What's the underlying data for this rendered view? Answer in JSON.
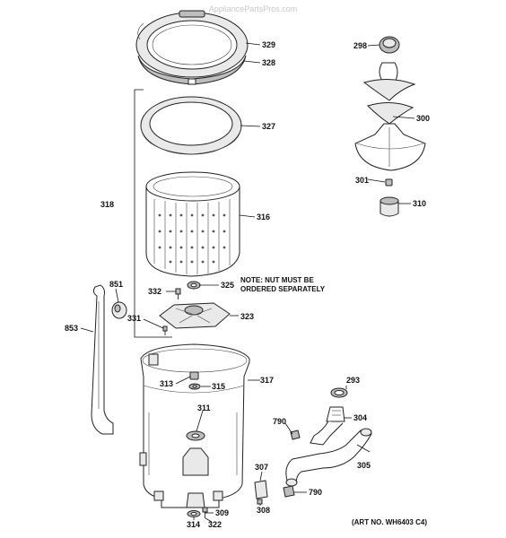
{
  "watermark": "AppliancePartsPros.com",
  "note": {
    "line1": "NOTE: NUT MUST BE",
    "line2": "ORDERED SEPARATELY"
  },
  "art_number": "(ART NO. WH6403 C4)",
  "callouts": {
    "p329": "329",
    "p328": "328",
    "p327": "327",
    "p318": "318",
    "p316": "316",
    "p332": "332",
    "p325": "325",
    "p851": "851",
    "p331": "331",
    "p323": "323",
    "p853": "853",
    "p313": "313",
    "p315": "315",
    "p317": "317",
    "p311": "311",
    "p298": "298",
    "p300": "300",
    "p301": "301",
    "p310": "310",
    "p293": "293",
    "p790a": "790",
    "p304": "304",
    "p305": "305",
    "p307": "307",
    "p790b": "790",
    "p308": "308",
    "p309": "309",
    "p314": "314",
    "p322": "322"
  }
}
